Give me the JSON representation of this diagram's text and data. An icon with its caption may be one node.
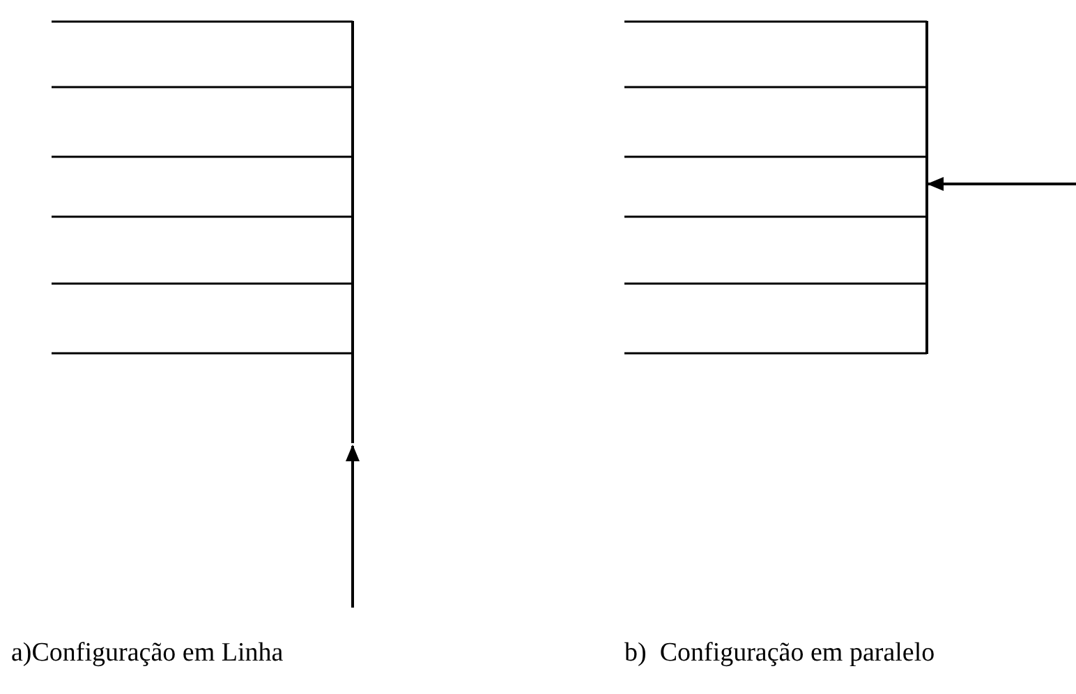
{
  "diagram": {
    "nodes": [
      {
        "text": [],
        "shape": "bar"
      },
      {
        "text": [],
        "shape": "bar"
      }
    ],
    "edges": [
      {
        "from": null,
        "to": 0,
        "arrow": "to"
      },
      {
        "from": null,
        "to": 1,
        "arrow": "to"
      }
    ],
    "labels": [
      "a)Configuração em Linha",
      "b)  Configuração em paralelo"
    ]
  }
}
